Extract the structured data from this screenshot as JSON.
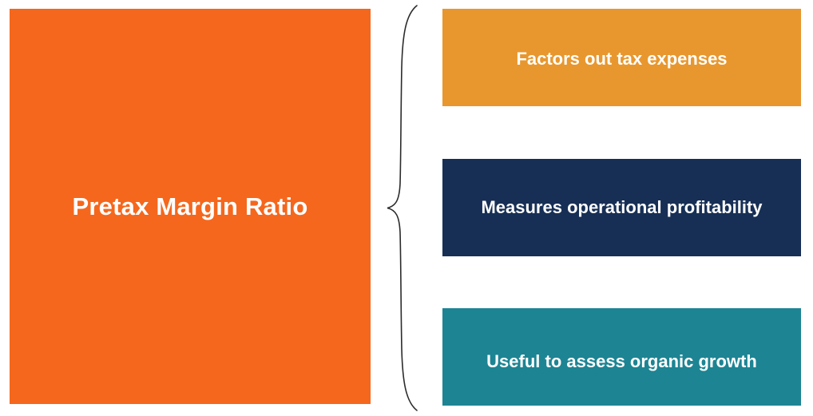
{
  "diagram": {
    "type": "brace-breakdown",
    "background_color": "#FFFFFF",
    "main": {
      "label": "Pretax Margin Ratio",
      "color": "#F5671C",
      "text_color": "#FFFFFF"
    },
    "connector": {
      "kind": "left-curly-brace",
      "stroke_color": "#2B2B2B"
    },
    "features": [
      {
        "label": "Factors out tax expenses",
        "color": "#E8972E",
        "text_color": "#FFFFFF"
      },
      {
        "label": "Measures operational profitability",
        "color": "#172F55",
        "text_color": "#FFFFFF"
      },
      {
        "label": "Useful to assess organic growth",
        "color": "#1D8493",
        "text_color": "#FFFFFF"
      }
    ]
  }
}
